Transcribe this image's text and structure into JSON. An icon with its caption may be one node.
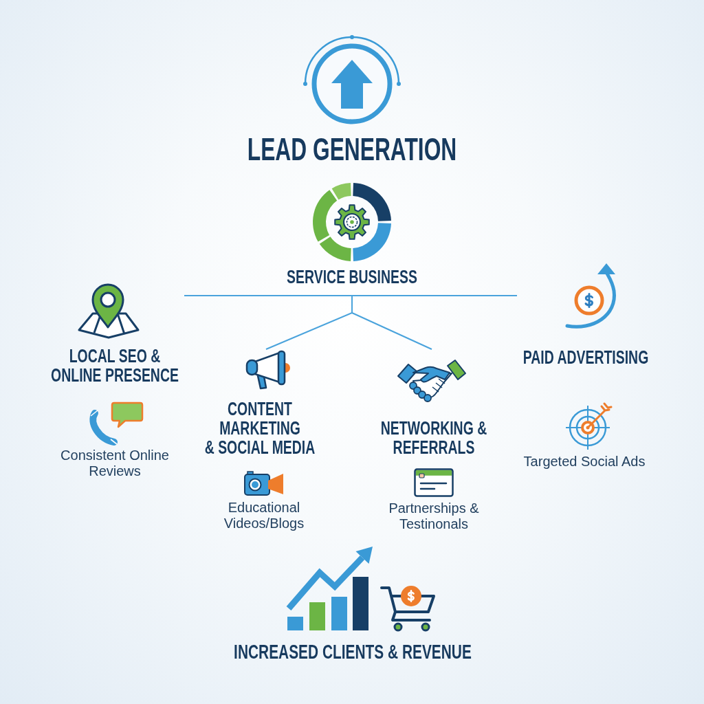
{
  "diagram": {
    "title": "LEAD GENERATION",
    "nodes": [
      {
        "text": [
          "SERVICE BUSINESS"
        ]
      },
      {
        "text": [
          "LOCAL SEO & ONLINE PRESENCE",
          "Consistent Online Reviews"
        ]
      },
      {
        "text": [
          "CONTENT MARKETING & SOCIAL MEDIA",
          "Educational Videos/Blogs"
        ]
      },
      {
        "text": [
          "NETWORKING & REFERRALS",
          "Partnerships & Testinonals"
        ]
      },
      {
        "text": [
          "PAID ADVERTISING",
          "Targeted Social Ads"
        ]
      }
    ],
    "edges": [
      {
        "from": 0,
        "to": 1,
        "arrow": "none"
      },
      {
        "from": 0,
        "to": 2,
        "arrow": "none"
      },
      {
        "from": 0,
        "to": 3,
        "arrow": "none"
      },
      {
        "from": 0,
        "to": 4,
        "arrow": "none"
      }
    ],
    "labels": [
      "INCREASED CLIENTS & REVENUE"
    ]
  }
}
